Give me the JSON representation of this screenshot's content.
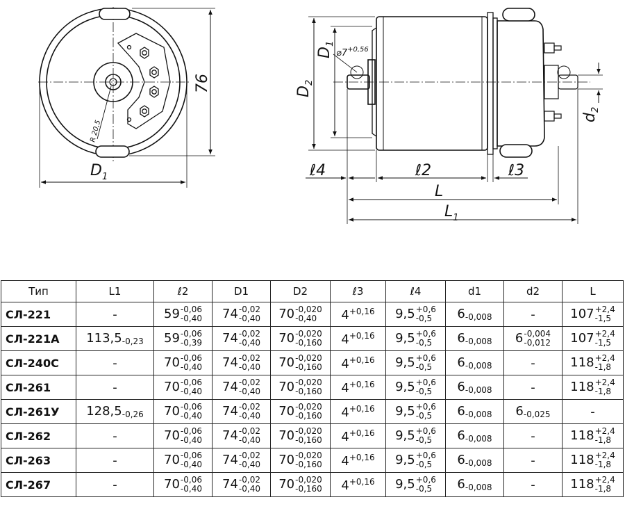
{
  "drawing": {
    "labels": {
      "d1_front": "D",
      "d1_front_sub": "1",
      "height_76": "76",
      "radius": "R 20,5",
      "d1_side": "D",
      "d1_side_sub": "1",
      "d2_side": "D",
      "d2_side_sub": "2",
      "hole": "⌀7",
      "hole_tol": "+0,56",
      "l4": "ℓ4",
      "l2": "ℓ2",
      "l3": "ℓ3",
      "L": "L",
      "L1": "L",
      "L1_sub": "1",
      "d2": "d",
      "d2_sub": "2"
    }
  },
  "table": {
    "headers": [
      "Тип",
      "L1",
      "ℓ2",
      "D1",
      "D2",
      "ℓ3",
      "ℓ4",
      "d1",
      "d2",
      "L"
    ],
    "rows": [
      {
        "type": "СЛ-221",
        "L1": {
          "v": "-"
        },
        "l2": {
          "v": "59",
          "up": "-0,06",
          "lo": "-0,40"
        },
        "D1": {
          "v": "74",
          "up": "-0,02",
          "lo": "-0,40"
        },
        "D2": {
          "v": "70",
          "up": "-0,020",
          "lo": "-0,40"
        },
        "l3": {
          "v": "4",
          "sup": "+0,16"
        },
        "l4": {
          "v": "9,5",
          "up": "+0,6",
          "lo": "-0,5"
        },
        "d1": {
          "v": "6",
          "sub": "-0,008"
        },
        "d2": {
          "v": "-"
        },
        "L": {
          "v": "107",
          "up": "+2,4",
          "lo": "-1,5"
        }
      },
      {
        "type": "СЛ-221А",
        "L1": {
          "v": "113,5",
          "sub": "-0,23"
        },
        "l2": {
          "v": "59",
          "up": "-0,06",
          "lo": "-0,39"
        },
        "D1": {
          "v": "74",
          "up": "-0,02",
          "lo": "-0,40"
        },
        "D2": {
          "v": "70",
          "up": "-0,020",
          "lo": "-0,160"
        },
        "l3": {
          "v": "4",
          "sup": "+0,16"
        },
        "l4": {
          "v": "9,5",
          "up": "+0,6",
          "lo": "-0,5"
        },
        "d1": {
          "v": "6",
          "sub": "-0,008"
        },
        "d2": {
          "v": "6",
          "up": "-0,004",
          "lo": "-0,012"
        },
        "L": {
          "v": "107",
          "up": "+2,4",
          "lo": "-1,5"
        }
      },
      {
        "type": "СЛ-240С",
        "L1": {
          "v": "-"
        },
        "l2": {
          "v": "70",
          "up": "-0,06",
          "lo": "-0,40"
        },
        "D1": {
          "v": "74",
          "up": "-0,02",
          "lo": "-0,40"
        },
        "D2": {
          "v": "70",
          "up": "-0,020",
          "lo": "-0,160"
        },
        "l3": {
          "v": "4",
          "sup": "+0,16"
        },
        "l4": {
          "v": "9,5",
          "up": "+0,6",
          "lo": "-0,5"
        },
        "d1": {
          "v": "6",
          "sub": "-0,008"
        },
        "d2": {
          "v": "-"
        },
        "L": {
          "v": "118",
          "up": "+2,4",
          "lo": "-1,8"
        }
      },
      {
        "type": "СЛ-261",
        "L1": {
          "v": "-"
        },
        "l2": {
          "v": "70",
          "up": "-0,06",
          "lo": "-0,40"
        },
        "D1": {
          "v": "74",
          "up": "-0,02",
          "lo": "-0,40"
        },
        "D2": {
          "v": "70",
          "up": "-0,020",
          "lo": "-0,160"
        },
        "l3": {
          "v": "4",
          "sup": "+0,16"
        },
        "l4": {
          "v": "9,5",
          "up": "+0,6",
          "lo": "-0,5"
        },
        "d1": {
          "v": "6",
          "sub": "-0,008"
        },
        "d2": {
          "v": "-"
        },
        "L": {
          "v": "118",
          "up": "+2,4",
          "lo": "-1,8"
        }
      },
      {
        "type": "СЛ-261У",
        "L1": {
          "v": "128,5",
          "sub": "-0,26"
        },
        "l2": {
          "v": "70",
          "up": "-0,06",
          "lo": "-0,40"
        },
        "D1": {
          "v": "74",
          "up": "-0,02",
          "lo": "-0,40"
        },
        "D2": {
          "v": "70",
          "up": "-0,020",
          "lo": "-0,160"
        },
        "l3": {
          "v": "4",
          "sup": "+0,16"
        },
        "l4": {
          "v": "9,5",
          "up": "+0,6",
          "lo": "-0,5"
        },
        "d1": {
          "v": "6",
          "sub": "-0,008"
        },
        "d2": {
          "v": "6",
          "sub": "-0,025"
        },
        "L": {
          "v": "-"
        }
      },
      {
        "type": "СЛ-262",
        "L1": {
          "v": "-"
        },
        "l2": {
          "v": "70",
          "up": "-0,06",
          "lo": "-0,40"
        },
        "D1": {
          "v": "74",
          "up": "-0,02",
          "lo": "-0,40"
        },
        "D2": {
          "v": "70",
          "up": "-0,020",
          "lo": "-0,160"
        },
        "l3": {
          "v": "4",
          "sup": "+0,16"
        },
        "l4": {
          "v": "9,5",
          "up": "+0,6",
          "lo": "-0,5"
        },
        "d1": {
          "v": "6",
          "sub": "-0,008"
        },
        "d2": {
          "v": "-"
        },
        "L": {
          "v": "118",
          "up": "+2,4",
          "lo": "-1,8"
        }
      },
      {
        "type": "СЛ-263",
        "L1": {
          "v": "-"
        },
        "l2": {
          "v": "70",
          "up": "-0,06",
          "lo": "-0,40"
        },
        "D1": {
          "v": "74",
          "up": "-0,02",
          "lo": "-0,40"
        },
        "D2": {
          "v": "70",
          "up": "-0,020",
          "lo": "-0,160"
        },
        "l3": {
          "v": "4",
          "sup": "+0,16"
        },
        "l4": {
          "v": "9,5",
          "up": "+0,6",
          "lo": "-0,5"
        },
        "d1": {
          "v": "6",
          "sub": "-0,008"
        },
        "d2": {
          "v": "-"
        },
        "L": {
          "v": "118",
          "up": "+2,4",
          "lo": "-1,8"
        }
      },
      {
        "type": "СЛ-267",
        "L1": {
          "v": "-"
        },
        "l2": {
          "v": "70",
          "up": "-0,06",
          "lo": "-0,40"
        },
        "D1": {
          "v": "74",
          "up": "-0,02",
          "lo": "-0,40"
        },
        "D2": {
          "v": "70",
          "up": "-0,020",
          "lo": "-0,160"
        },
        "l3": {
          "v": "4",
          "sup": "+0,16"
        },
        "l4": {
          "v": "9,5",
          "up": "+0,6",
          "lo": "-0,5"
        },
        "d1": {
          "v": "6",
          "sub": "-0,008"
        },
        "d2": {
          "v": "-"
        },
        "L": {
          "v": "118",
          "up": "+2,4",
          "lo": "-1,8"
        }
      }
    ]
  }
}
